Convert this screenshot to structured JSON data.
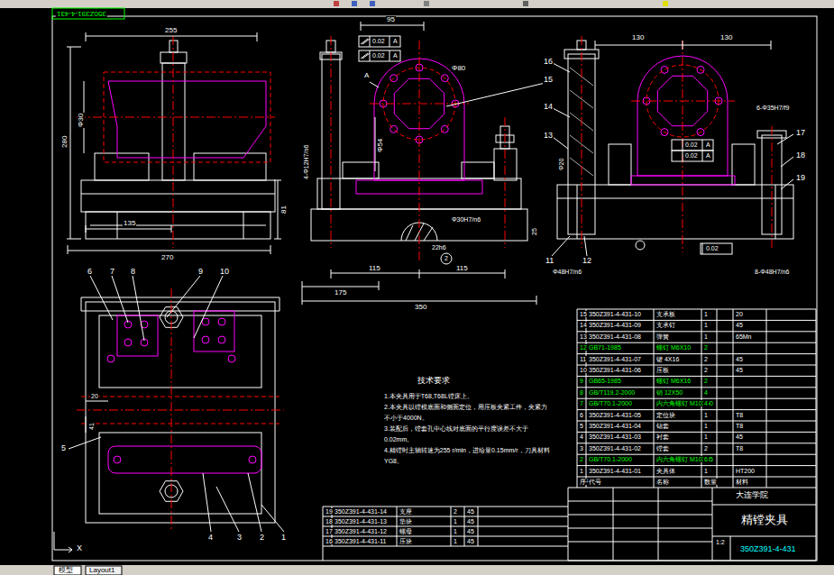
{
  "diagram": {
    "title": "精镗夹具",
    "labels": [
      "350Z391-4-431",
      "255",
      "280",
      "Φ30",
      "135",
      "270",
      "81",
      "95",
      "0.02",
      "A",
      "0.02",
      "A",
      "A",
      "Φ80",
      "4-Φ12H7/n6",
      "Φ54",
      "Φ30H7/n6",
      "22h6",
      "2",
      "25",
      "115",
      "115",
      "175",
      "350",
      "15",
      "130",
      "130",
      "16",
      "14",
      "13",
      "12",
      "11",
      "17",
      "18",
      "19",
      "0.02",
      "A",
      "0.02",
      "A",
      "0.02",
      "6-Φ35H7/f9",
      "Φ20",
      "Φ48H7/n6",
      "8-Φ48H7/n6",
      "6",
      "7",
      "8",
      "9",
      "10",
      "5",
      "4",
      "3",
      "2",
      "1",
      "20",
      "41",
      "技术要求",
      "1.本夹具用于T68,T68L镗床上。",
      "2.本夹具以镗模底面和侧面定位，用压板夹紧工件，夹紧力不小于4000N。",
      "3.装配后，镗套孔中心线对底面的平行度误差不大于0.02mm。",
      "4.精镗时主轴转速为255 r/min，进给量0.15mm/r，刀具材料YG8。",
      "X",
      "15",
      "350Z391-4-431-10",
      "支承板",
      "1",
      "20",
      "14",
      "350Z391-4-431-09",
      "支承钉",
      "1",
      "45",
      "13",
      "350Z391-4-431-08",
      "弹簧",
      "1",
      "65Mn",
      "12",
      "GB71-1985",
      "螺钉 M6X10",
      "2",
      "11",
      "350Z391-4-431-07",
      "键 4X16",
      "2",
      "45",
      "10",
      "350Z391-4-431-06",
      "压板",
      "2",
      "45",
      "9",
      "GB65-1985",
      "螺钉 M6X16",
      "2",
      "8",
      "GB/T119.2-2000",
      "销 12X50",
      "4",
      "7",
      "GB/T70.1-2000",
      "内六角螺钉 M10X50",
      "4",
      "6",
      "350Z391-4-431-05",
      "定位块",
      "1",
      "T8",
      "5",
      "350Z391-4-431-04",
      "钻套",
      "1",
      "T8",
      "4",
      "350Z391-4-431-03",
      "衬套",
      "1",
      "45",
      "3",
      "350Z391-4-431-02",
      "镗套",
      "2",
      "T8",
      "2",
      "GB/T70.1-2000",
      "内六角螺钉 M10X35",
      "6",
      "1",
      "350Z391-4-431-01",
      "夹具体",
      "1",
      "HT200",
      "序号",
      "代号",
      "名称",
      "数量",
      "材料",
      "19",
      "350Z391-4-431-14",
      "支座",
      "2",
      "45",
      "18",
      "350Z391-4-431-13",
      "垫块",
      "1",
      "45",
      "17",
      "350Z391-4-431-12",
      "螺母",
      "1",
      "45",
      "16",
      "350Z391-4-431-11",
      "压块",
      "1",
      "45",
      "大连学院",
      "350Z391-4-431",
      "1:2",
      "模型",
      "Layout1"
    ]
  }
}
